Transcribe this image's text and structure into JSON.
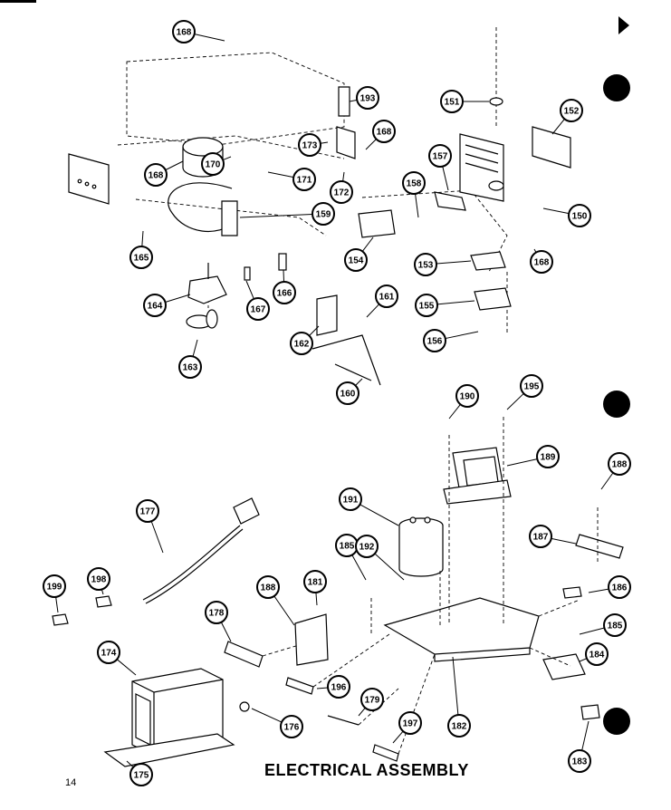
{
  "diagram": {
    "title": "ELECTRICAL ASSEMBLY",
    "page_number": "14",
    "callouts": [
      "168",
      "193",
      "151",
      "152",
      "173",
      "168",
      "170",
      "171",
      "172",
      "157",
      "158",
      "150",
      "164",
      "168",
      "165",
      "159",
      "154",
      "153",
      "168",
      "167",
      "166",
      "161",
      "155",
      "162",
      "163",
      "160",
      "156",
      "190",
      "195",
      "189",
      "188",
      "191",
      "177",
      "187",
      "185",
      "192",
      "186",
      "198",
      "199",
      "188",
      "181",
      "178",
      "185",
      "184",
      "174",
      "196",
      "179",
      "176",
      "197",
      "182",
      "183",
      "175"
    ]
  }
}
